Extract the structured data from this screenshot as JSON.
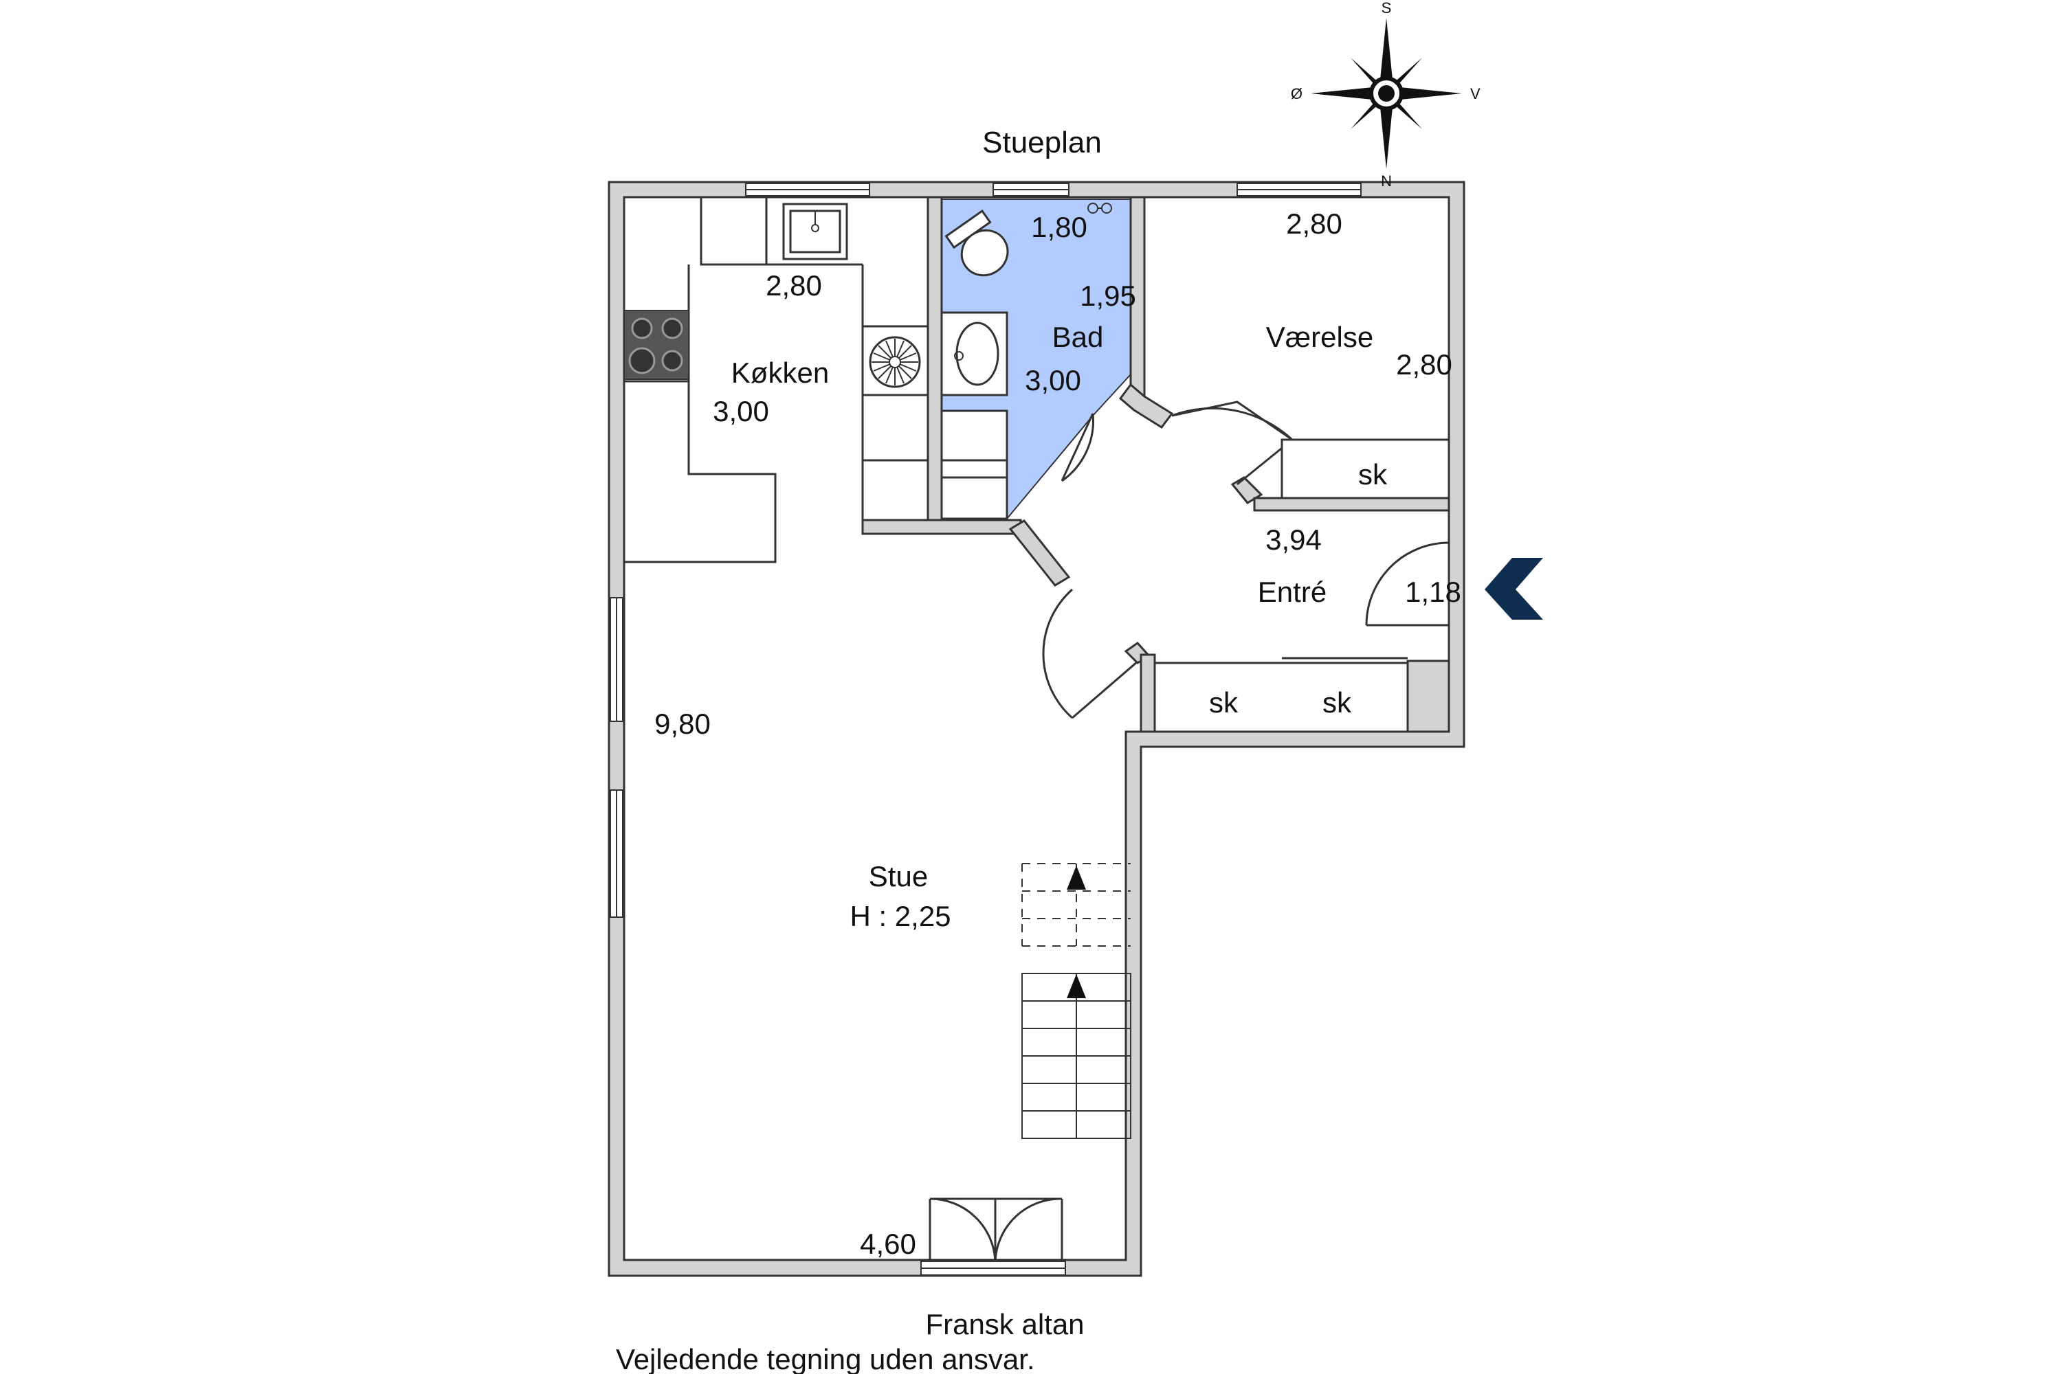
{
  "plan": {
    "title": "Stueplan",
    "disclaimer": "Vejledende tegning uden ansvar.",
    "balcony_label": "Fransk altan",
    "colors": {
      "bathroom_fill": "#b3ccff",
      "entry_arrow": "#0f2e4f",
      "wall_fill": "#d3d3d3"
    }
  },
  "compass": {
    "top": "S",
    "bottom": "N",
    "left": "Ø",
    "right": "V"
  },
  "rooms": {
    "kitchen": {
      "name": "Køkken",
      "width": "2,80",
      "length": "3,00"
    },
    "bath": {
      "name": "Bad",
      "width": "1,80",
      "depth": "1,95",
      "length": "3,00"
    },
    "bedroom": {
      "name": "Værelse",
      "width": "2,80",
      "length": "2,80"
    },
    "entry": {
      "name": "Entré",
      "width": "3,94",
      "door": "1,18"
    },
    "living": {
      "name": "Stue",
      "height": "H : 2,25",
      "length": "9,80",
      "width": "4,60"
    },
    "closets": {
      "bedroom": "sk",
      "entry_left": "sk",
      "entry_right": "sk"
    }
  },
  "icons": [
    "compass-rose-icon",
    "entry-arrow-icon",
    "sink-icon",
    "stove-icon",
    "toilet-icon",
    "washbasin-icon",
    "fan-icon",
    "stair-arrow-icon"
  ]
}
